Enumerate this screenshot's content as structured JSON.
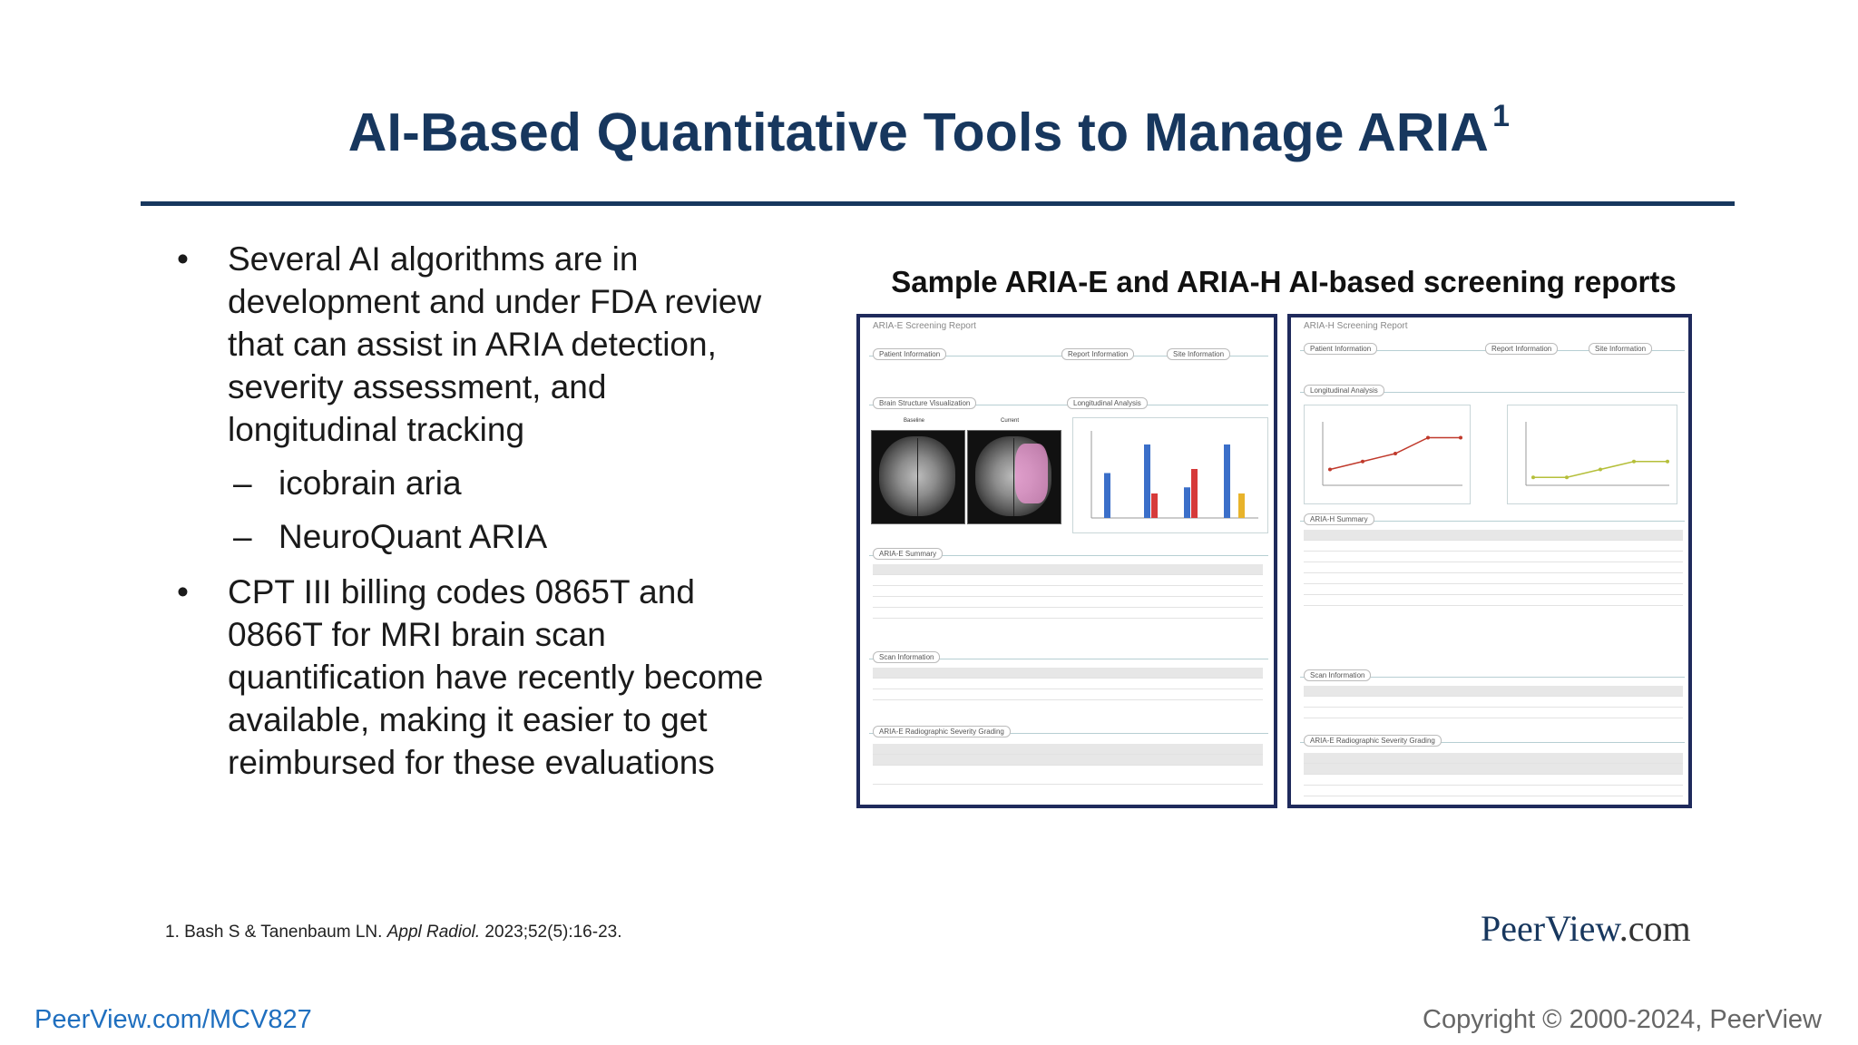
{
  "title": {
    "text": "AI-Based Quantitative Tools to Manage ARIA",
    "sup": "1"
  },
  "bullets": [
    {
      "text": "Several AI algorithms are in development and under FDA review that can assist in ARIA detection, severity assessment, and longitudinal tracking",
      "lines": [
        "Several AI algorithms are in",
        "development and under FDA review",
        "that can assist in ARIA detection,",
        "severity assessment, and",
        "longitudinal tracking"
      ],
      "sub": [
        "icobrain aria",
        "NeuroQuant ARIA"
      ]
    },
    {
      "text": "CPT III billing codes 0865T and 0866T for MRI brain scan quantification have recently become available, making it easier to get reimbursed for these evaluations",
      "lines": [
        "CPT III billing codes 0865T and",
        "0866T for MRI brain scan",
        "quantification have recently become",
        "available, making it easier to get",
        "reimbursed for these evaluations"
      ]
    }
  ],
  "bullet_glyph": "•",
  "dash_glyph": "–",
  "figure": {
    "caption": "Sample ARIA-E and ARIA-H AI-based screening reports",
    "report_e": {
      "title": "ARIA-E Screening Report",
      "sections": [
        "Patient Information",
        "Report Information",
        "Site Information",
        "Brain Structure Visualization",
        "Longitudinal Analysis",
        "ARIA-E Summary",
        "Scan Information",
        "ARIA-E Radiographic Severity Grading"
      ],
      "brain_labels": [
        "Baseline",
        "Current"
      ],
      "bar_values": [
        [
          22,
          0,
          0
        ],
        [
          36,
          12,
          0
        ],
        [
          15,
          24,
          0
        ],
        [
          36,
          0,
          12
        ]
      ]
    },
    "report_h": {
      "title": "ARIA-H Screening Report",
      "sections": [
        "Patient Information",
        "Report Information",
        "Site Information",
        "Longitudinal Analysis",
        "ARIA-H Summary",
        "Scan Information",
        "ARIA-E Radiographic Severity Grading"
      ],
      "micro_series": [
        2,
        3,
        4,
        6,
        6
      ],
      "ss_series": [
        1,
        1,
        2,
        3,
        3
      ]
    }
  },
  "footnote": {
    "prefix": "1. Bash S & Tanenbaum LN. ",
    "journal": "Appl Radiol.",
    "suffix": " 2023;52(5):16-23."
  },
  "brand": {
    "name": "PeerView",
    "tld": ".com"
  },
  "footer": {
    "url": "PeerView.com/MCV827",
    "copyright": "Copyright © 2000-2024, PeerView"
  },
  "colors": {
    "title": "#17375e",
    "rule": "#17375e",
    "link": "#1f6fbf",
    "report_border": "#1f2a5c"
  }
}
